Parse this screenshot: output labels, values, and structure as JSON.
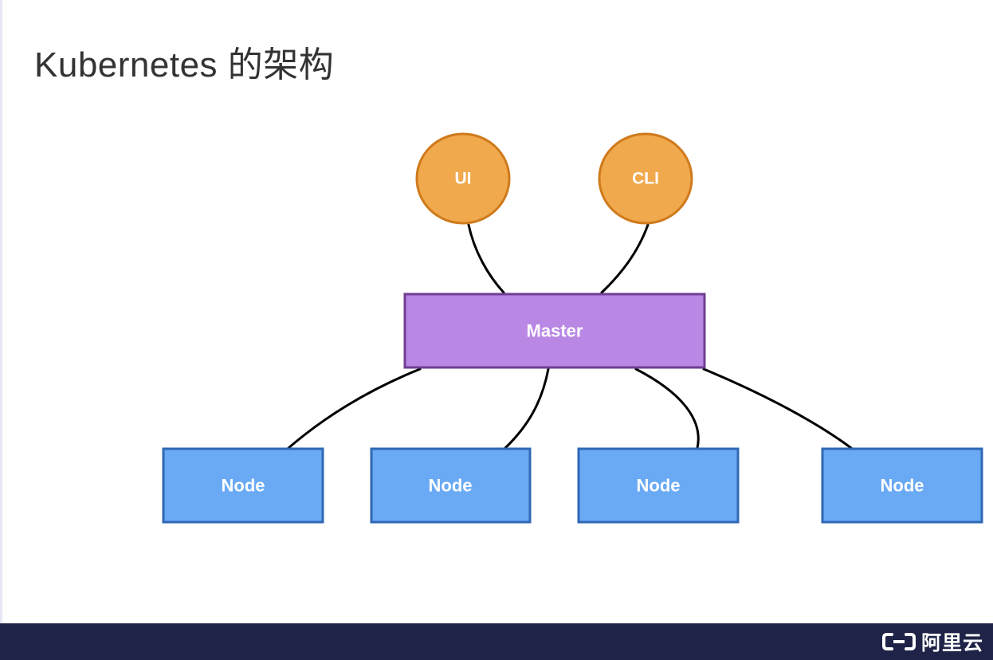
{
  "title": "Kubernetes 的架构",
  "diagram": {
    "clients": [
      {
        "label": "UI"
      },
      {
        "label": "CLI"
      }
    ],
    "master": {
      "label": "Master"
    },
    "nodes": [
      {
        "label": "Node"
      },
      {
        "label": "Node"
      },
      {
        "label": "Node"
      },
      {
        "label": "Node"
      }
    ],
    "colors": {
      "client_fill": "#f0a94c",
      "client_stroke": "#cf7a1c",
      "master_fill": "#b988e4",
      "master_stroke": "#6f3e91",
      "node_fill": "#6aaaf4",
      "node_stroke": "#2f68b4",
      "connector": "#000000"
    }
  },
  "footer": {
    "brand_text": "阿里云",
    "logo_icon": "alibaba-cloud-logo-icon"
  }
}
